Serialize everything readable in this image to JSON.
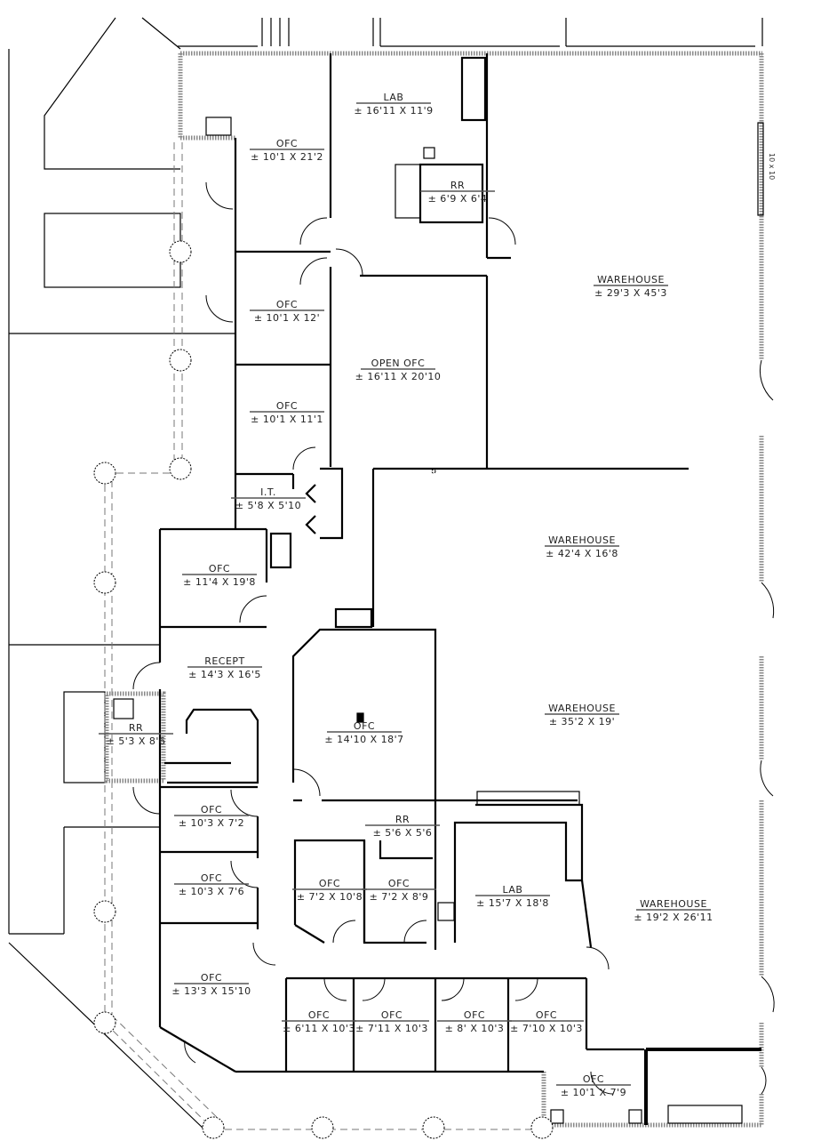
{
  "plan": {
    "door_label": "10 x 10",
    "rooms": [
      {
        "name": "OFC",
        "dims": "± 10'1 X 21'2"
      },
      {
        "name": "LAB",
        "dims": "± 16'11 X 11'9"
      },
      {
        "name": "RR",
        "dims": "± 6'9 X 6'4"
      },
      {
        "name": "WAREHOUSE",
        "dims": "± 29'3 X 45'3"
      },
      {
        "name": "OFC",
        "dims": "± 10'1 X 12'"
      },
      {
        "name": "OPEN OFC",
        "dims": "± 16'11 X 20'10"
      },
      {
        "name": "OFC",
        "dims": "± 10'1 X 11'1"
      },
      {
        "name": "I.T.",
        "dims": "± 5'8 X 5'10"
      },
      {
        "name": "WAREHOUSE",
        "dims": "± 42'4 X 16'8"
      },
      {
        "name": "OFC",
        "dims": "± 11'4 X 19'8"
      },
      {
        "name": "RECEPT",
        "dims": "± 14'3 X 16'5"
      },
      {
        "name": "RR",
        "dims": "± 5'3 X 8'6"
      },
      {
        "name": "OFC",
        "dims": "± 14'10 X 18'7"
      },
      {
        "name": "WAREHOUSE",
        "dims": "± 35'2 X 19'"
      },
      {
        "name": "OFC",
        "dims": "± 10'3 X 7'2"
      },
      {
        "name": "OFC",
        "dims": "± 10'3 X 7'6"
      },
      {
        "name": "OFC",
        "dims": "± 13'3 X 15'10"
      },
      {
        "name": "RR",
        "dims": "± 5'6 X 5'6"
      },
      {
        "name": "OFC",
        "dims": "± 7'2 X 10'8"
      },
      {
        "name": "OFC",
        "dims": "± 7'2 X 8'9"
      },
      {
        "name": "LAB",
        "dims": "± 15'7 X 18'8"
      },
      {
        "name": "WAREHOUSE",
        "dims": "± 19'2 X 26'11"
      },
      {
        "name": "OFC",
        "dims": "± 6'11 X 10'3"
      },
      {
        "name": "OFC",
        "dims": "± 7'11 X 10'3"
      },
      {
        "name": "OFC",
        "dims": "± 8' X 10'3"
      },
      {
        "name": "OFC",
        "dims": "± 7'10 X 10'3"
      },
      {
        "name": "OFC",
        "dims": "± 10'1 X 7'9"
      }
    ]
  }
}
